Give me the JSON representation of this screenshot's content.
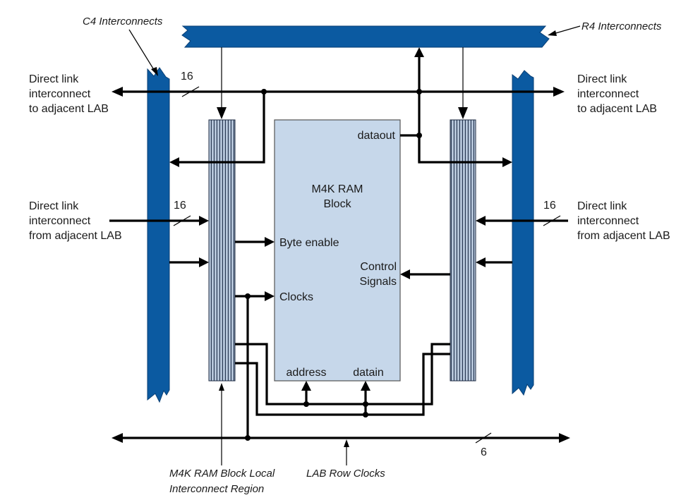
{
  "colors": {
    "bus_blue": "#0b5aa1",
    "ram_block_fill": "#c6d7ea",
    "local_region_fill": "#b8c8dc",
    "wire": "#000000"
  },
  "labels": {
    "c4": "C4 Interconnects",
    "r4": "R4 Interconnects",
    "direct_to_left": [
      "Direct link",
      "interconnect",
      "to adjacent LAB"
    ],
    "direct_to_right": [
      "Direct link",
      "interconnect",
      "to adjacent LAB"
    ],
    "direct_from_left": [
      "Direct link",
      "interconnect",
      "from adjacent LAB"
    ],
    "direct_from_right": [
      "Direct link",
      "interconnect",
      "from adjacent LAB"
    ],
    "bus_width_top": "16",
    "bus_width_left": "16",
    "bus_width_right": "16",
    "bus_width_bottom": "6",
    "block_title": [
      "M4K RAM",
      "Block"
    ],
    "dataout": "dataout",
    "byte_enable": "Byte enable",
    "clocks": "Clocks",
    "control_signals": [
      "Control",
      "Signals"
    ],
    "address": "address",
    "datain": "datain",
    "local_region": [
      "M4K RAM Block Local",
      "Interconnect Region"
    ],
    "lab_row_clocks": "LAB Row Clocks"
  }
}
